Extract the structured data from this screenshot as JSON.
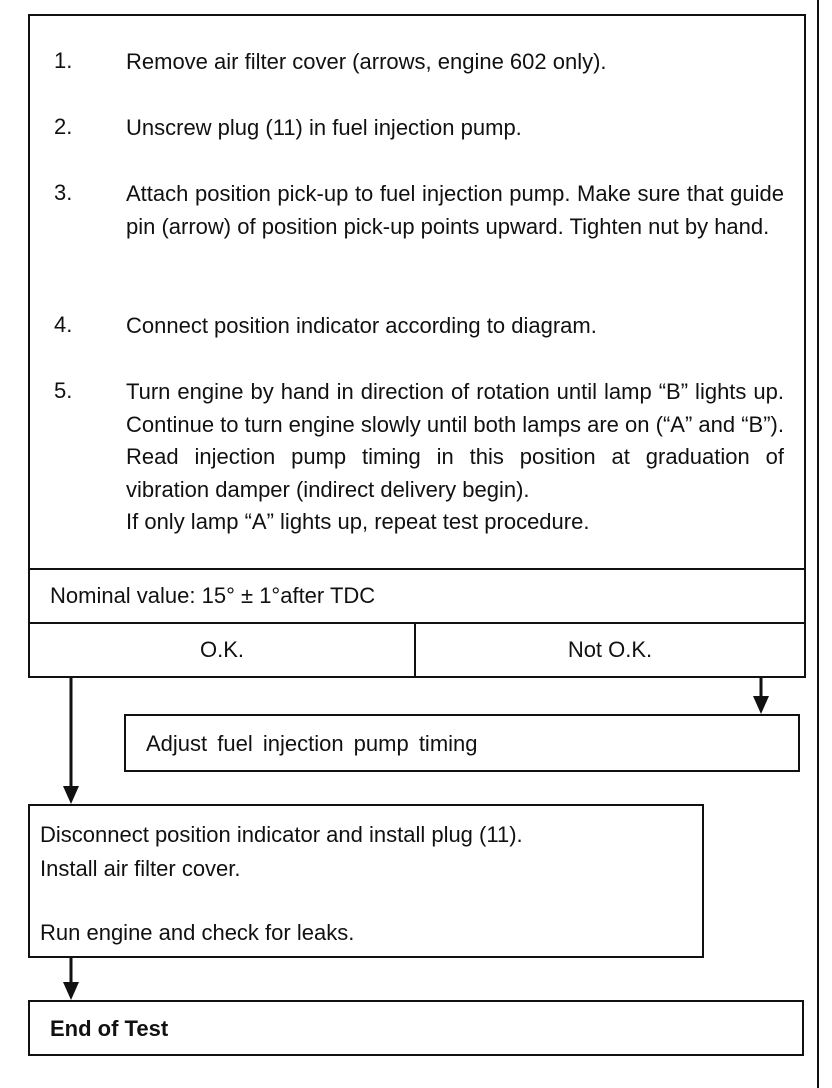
{
  "steps": [
    {
      "num": "1.",
      "text": "Remove air filter cover (arrows, engine 602 only)."
    },
    {
      "num": "2.",
      "text": "Unscrew plug (11) in fuel injection pump."
    },
    {
      "num": "3.",
      "text": "Attach position pick-up to fuel injection pump. Make sure that guide pin (arrow) of position pick-up points upward. Tighten nut by hand."
    },
    {
      "num": "4.",
      "text": "Connect position indicator according to diagram."
    },
    {
      "num": "5.",
      "text": "Turn engine by hand in direction of rotation until lamp “B” lights up. Continue to turn engine slowly until both lamps are on (“A” and “B”). Read injection pump timing in this position at graduation of vibration damper (indirect delivery begin).",
      "text2": "If only lamp “A” lights up, repeat test procedure."
    }
  ],
  "nominal": "Nominal value: 15° ± 1°after TDC",
  "ok_label": "O.K.",
  "not_ok_label": "Not O.K.",
  "adjust_text": "Adjust fuel injection pump timing",
  "final": {
    "line1": "Disconnect position indicator and install plug (11).",
    "line2": "Install air filter cover.",
    "line3": "Run engine and check for leaks."
  },
  "end_text": "End of Test"
}
